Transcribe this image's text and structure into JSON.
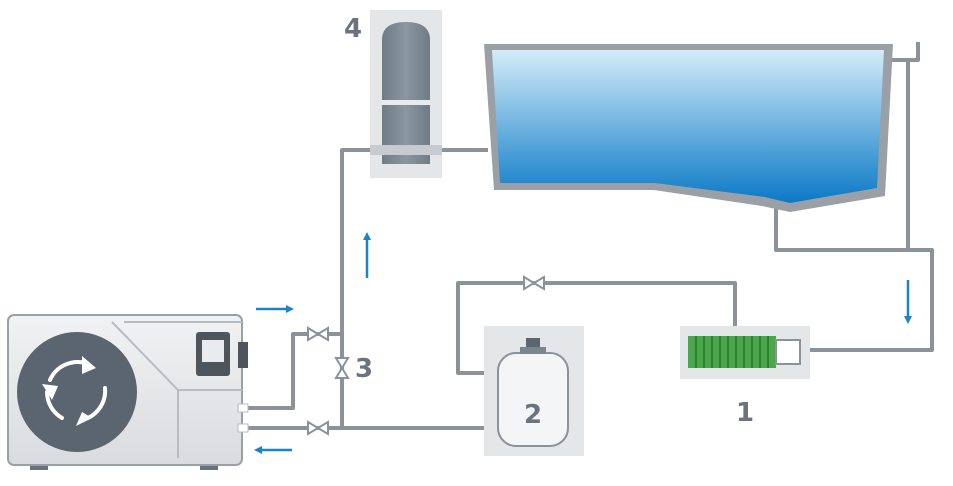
{
  "labels": {
    "heat_pump_number": "",
    "filter_number": "1",
    "heater_tank_number": "2",
    "bypass_valve_number": "3",
    "chlorinator_number": "4"
  },
  "colors": {
    "pipe": "#8c9299",
    "pipe_light": "#c7cbd0",
    "panel_bg": "#e4e6e8",
    "arrow": "#1a84c8",
    "pool_top": "#c9e6f6",
    "pool_bottom": "#0b7cc8",
    "pool_rim": "#9aa0a6",
    "tank_dark": "#7f8c96",
    "tank_light": "#f4f5f6",
    "filter_green": "#4aa84a",
    "label": "#6b7380"
  },
  "icons": {
    "heat_pump_fan": "circular-arrows-icon",
    "heat_pump_display": "control-panel-icon",
    "flow_arrow": "arrow-icon",
    "valve": "valve-icon"
  }
}
